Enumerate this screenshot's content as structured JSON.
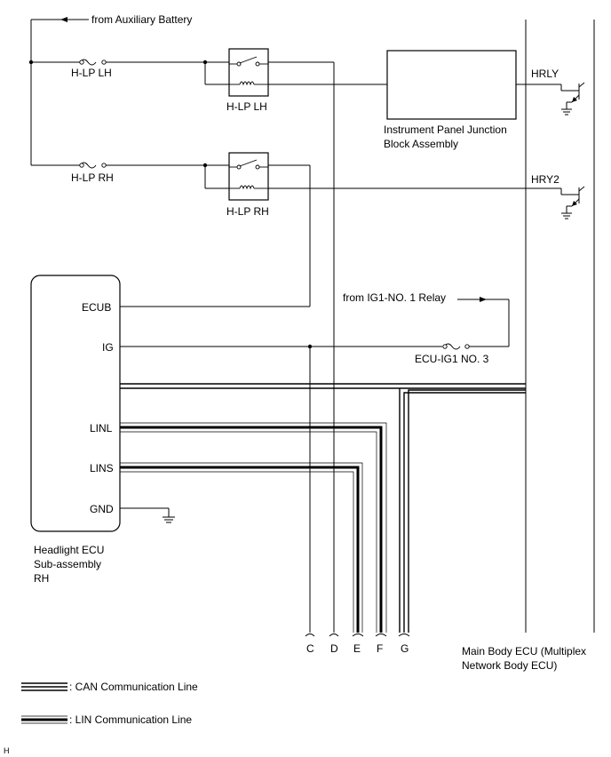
{
  "labels": {
    "from_aux": "from Auxiliary Battery",
    "fuse_lh": "H-LP LH",
    "relay_lh": "H-LP LH",
    "fuse_rh": "H-LP RH",
    "relay_rh": "H-LP RH",
    "ipjb": [
      "Instrument Panel Junction",
      "Block Assembly"
    ],
    "hrly": "HRLY",
    "hry2": "HRY2",
    "from_ig1": "from IG1-NO. 1 Relay",
    "fuse_ecu_ig1": "ECU-IG1 NO. 3",
    "ecu_pins": [
      "ECUB",
      "IG",
      "LINL",
      "LINS",
      "GND"
    ],
    "ecu_name": [
      "Headlight ECU",
      "Sub-assembly",
      "RH"
    ],
    "connectors": [
      "C",
      "D",
      "E",
      "F",
      "G"
    ],
    "main_ecu": [
      "Main Body ECU (Multiplex",
      "Network Body ECU)"
    ],
    "corner": "H"
  },
  "legend": [
    {
      "kind": "can",
      "label": ": CAN Communication Line"
    },
    {
      "kind": "lin",
      "label": ": LIN Communication Line"
    }
  ]
}
